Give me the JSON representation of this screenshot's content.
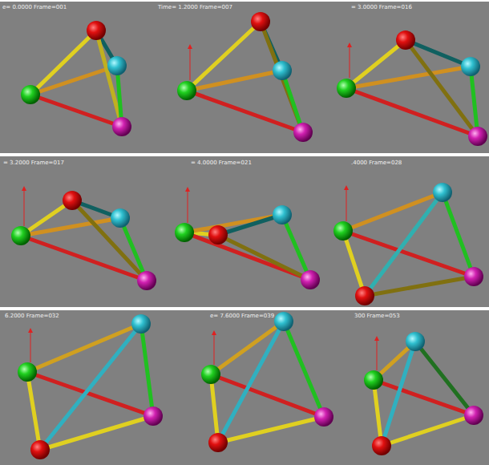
{
  "diagram": {
    "labels": [
      "e= 0.0000 Frame=001",
      "Time= 1.2000 Frame=007",
      "= 3.0000 Frame=016",
      "= 3.2000 Frame=017",
      "= 4.0000 Frame=021",
      ".4000 Frame=028",
      "6.2000 Frame=032",
      "e= 7.6000 Frame=039",
      "300 Frame=053"
    ]
  }
}
